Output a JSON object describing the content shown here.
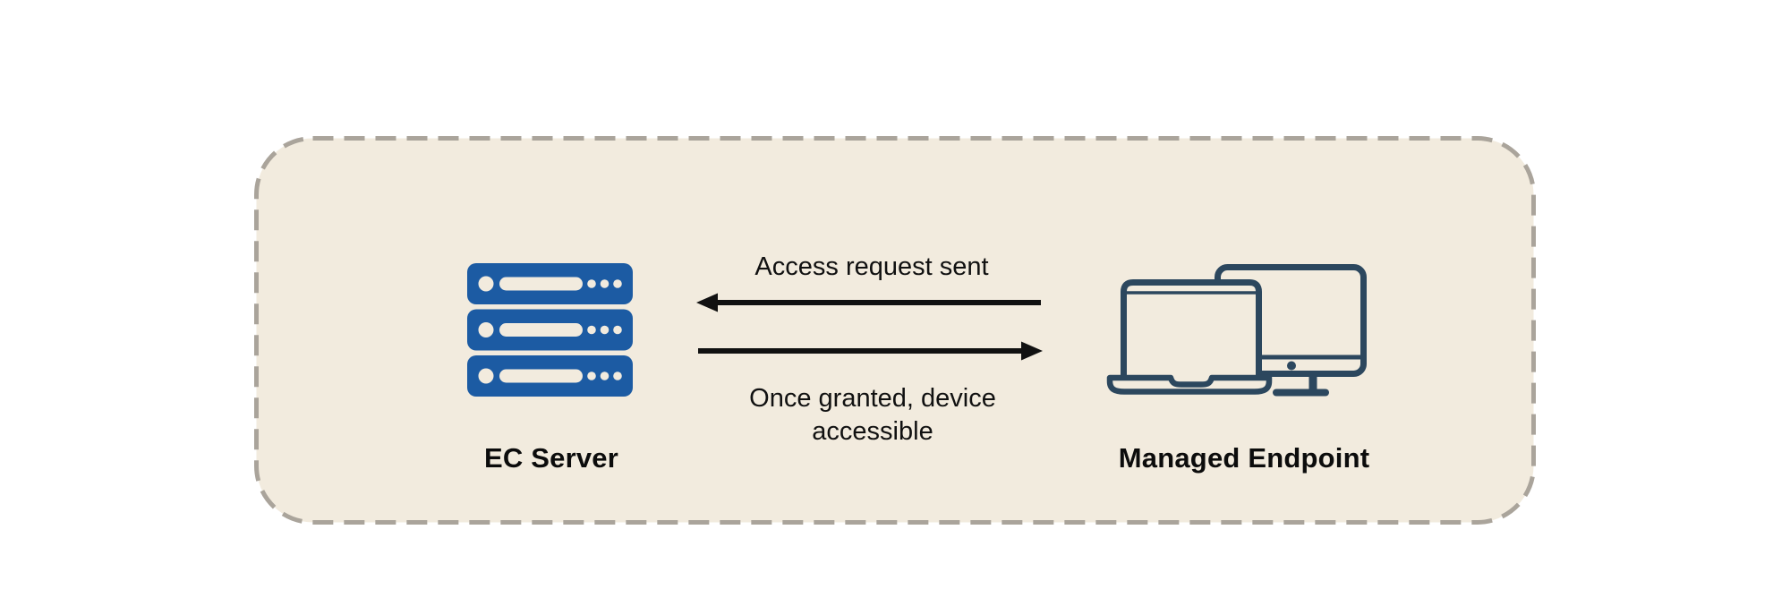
{
  "diagram": {
    "panel": {
      "background_color": "#f2ebde",
      "border_color": "#aaa49b",
      "border_style": "dashed"
    },
    "nodes": [
      {
        "id": "ec-server",
        "label": "EC Server",
        "icon": "server-rack-icon",
        "icon_color": "#1c5ba3"
      },
      {
        "id": "managed-endpoint",
        "label": "Managed Endpoint",
        "icon": "laptop-and-monitor-icon",
        "icon_color": "#2c475e"
      }
    ],
    "flows": [
      {
        "label": "Access request sent",
        "arrow_direction": "right-to-left"
      },
      {
        "label": "Once granted, device accessible",
        "arrow_direction": "left-to-right"
      }
    ],
    "arrow_color": "#111111",
    "text_color": "#0c0c0c"
  }
}
